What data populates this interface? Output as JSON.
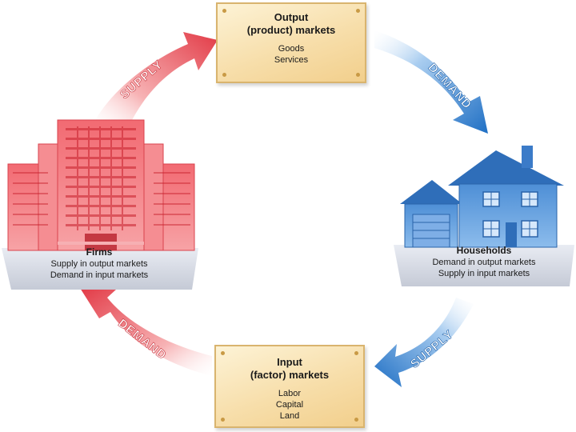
{
  "output_market": {
    "title_line1": "Output",
    "title_line2": "(product) markets",
    "items": [
      "Goods",
      "Services"
    ]
  },
  "input_market": {
    "title_line1": "Input",
    "title_line2": "(factor) markets",
    "items": [
      "Labor",
      "Capital",
      "Land"
    ]
  },
  "firms": {
    "title": "Firms",
    "line1": "Supply in output markets",
    "line2": "Demand in input markets"
  },
  "households": {
    "title": "Households",
    "line1": "Demand in output markets",
    "line2": "Supply in input markets"
  },
  "arrows": {
    "firms_to_output": "SUPPLY",
    "output_to_households": "DEMAND",
    "households_to_input": "SUPPLY",
    "input_to_firms": "DEMAND"
  },
  "colors": {
    "firms_red": "#e8505a",
    "households_blue": "#3a82cf",
    "market_box": "#f7deaa"
  }
}
